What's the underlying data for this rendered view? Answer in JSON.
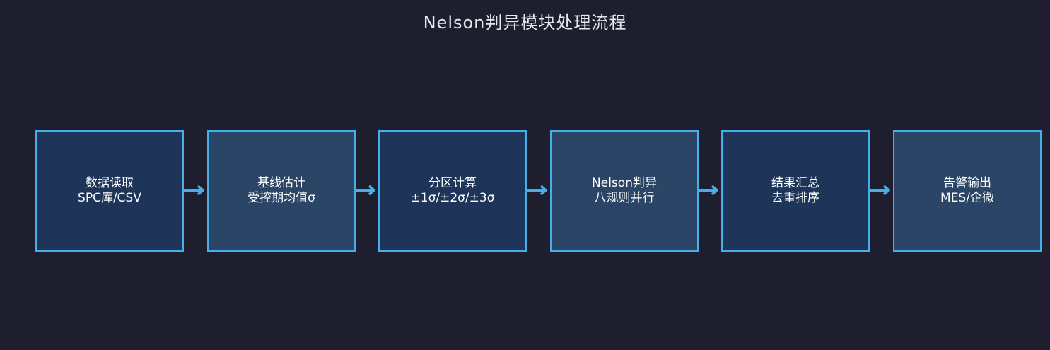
{
  "title": "Nelson判异模块处理流程",
  "steps": [
    {
      "line1": "数据读取",
      "line2": "SPC库/CSV"
    },
    {
      "line1": "基线估计",
      "line2": "受控期均值σ"
    },
    {
      "line1": "分区计算",
      "line2": "±1σ/±2σ/±3σ"
    },
    {
      "line1": "Nelson判异",
      "line2": "八规则并行"
    },
    {
      "line1": "结果汇总",
      "line2": "去重排序"
    },
    {
      "line1": "告警输出",
      "line2": "MES/企微"
    }
  ],
  "colors": {
    "background": "#1f1e2e",
    "box_border": "#46aee8",
    "box_fill_dark": "#1e3559",
    "box_fill_light": "#2a4566",
    "arrow": "#46aee8",
    "text": "#ffffff"
  }
}
